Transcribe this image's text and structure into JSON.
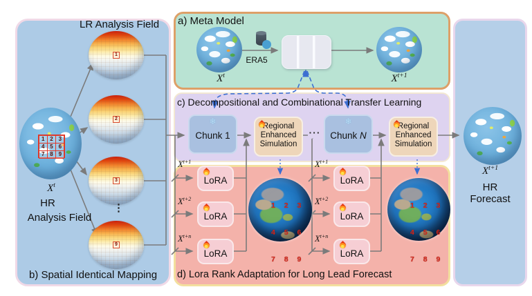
{
  "colors": {
    "left_panel_bg": "#adcbe6",
    "pink_border": "#f0d9e7",
    "meta_bg": "#b9e3d3",
    "meta_border": "#dda068",
    "transfer_bg": "#ded3f0",
    "lora_bg": "#f4b2aa",
    "lora_border": "#f3df9e",
    "right_bg": "#b5cfe8",
    "chunk_box_bg": "#a9c0e0",
    "res_box_bg": "#eed6ba",
    "lora_box_bg": "#f6ced4",
    "arrow_gray": "#7b7b7b",
    "dashed_blue": "#3c6ed2",
    "grid_red": "#e03222",
    "earth_number_red": "#d7261a"
  },
  "left_panel": {
    "title": "LR Analysis Field",
    "caption": "b) Spatial Identical Mapping",
    "earth_label": {
      "base": "X",
      "sup": "t"
    },
    "hr_line1": "HR",
    "hr_line2": "Analysis Field",
    "grid_cells": [
      "1",
      "2",
      "3",
      "4",
      "5",
      "6",
      "7",
      "8",
      "9"
    ],
    "sphere_numbers": [
      "1",
      "2",
      "3",
      "9"
    ],
    "dots": "⋮"
  },
  "meta_panel": {
    "title": "a) Meta Model",
    "era5": "ERA5",
    "input_label": {
      "base": "X",
      "sup": "t"
    },
    "output_label": {
      "base": "X",
      "sup": "t+1"
    }
  },
  "transfer_panel": {
    "title": "c) Decompositional and Combinational  Transfer Learning",
    "chunk1": "Chunk 1",
    "chunkN": {
      "pre": "Chunk",
      "n": "N"
    },
    "res_label": "Regional Enhanced Simulation",
    "dots": "···"
  },
  "lora_panel": {
    "title": "d) Lora Rank Adaptation for Long Lead Forecast",
    "lora_label": "LoRA",
    "groups": [
      {
        "rows": [
          {
            "base": "X",
            "sup": "t+1"
          },
          {
            "base": "X",
            "sup": "t+2"
          },
          {
            "base": "X",
            "sup": "t+n"
          }
        ]
      },
      {
        "rows": [
          {
            "base": "X",
            "sup": "t+1"
          },
          {
            "base": "X",
            "sup": "t+2"
          },
          {
            "base": "X",
            "sup": "t+n"
          }
        ]
      }
    ],
    "earth_rows": [
      "1 2 3",
      "4 5 6",
      "7 8 9"
    ]
  },
  "right_panel": {
    "label": {
      "base": "X",
      "sup": "t+1"
    },
    "line1": "HR",
    "line2": "Forecast"
  }
}
